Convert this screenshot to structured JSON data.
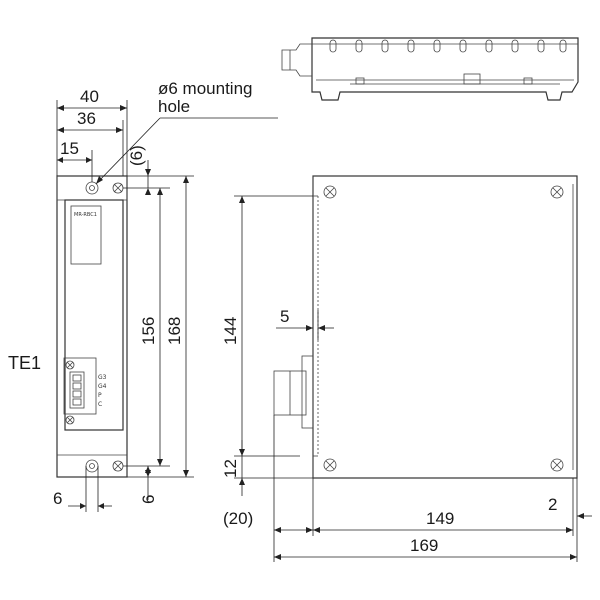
{
  "labels": {
    "mounting_hole": "ø6 mounting",
    "mounting_hole_2": "hole",
    "side_ref": "TE1",
    "nameplate": "MR-RBC1",
    "terminal_g3": "G3",
    "terminal_g4": "G4",
    "terminal_p": "P",
    "terminal_c": "C"
  },
  "dimensions": {
    "width_40": "40",
    "width_36": "36",
    "width_15": "15",
    "top_offset": "(6)",
    "height_156": "156",
    "height_168": "168",
    "bottom_offset": "6",
    "bottom_width_6": "6",
    "height_144": "144",
    "offset_5": "5",
    "offset_12": "12",
    "depth_20": "(20)",
    "depth_149": "149",
    "edge_2": "2",
    "depth_169": "169"
  }
}
